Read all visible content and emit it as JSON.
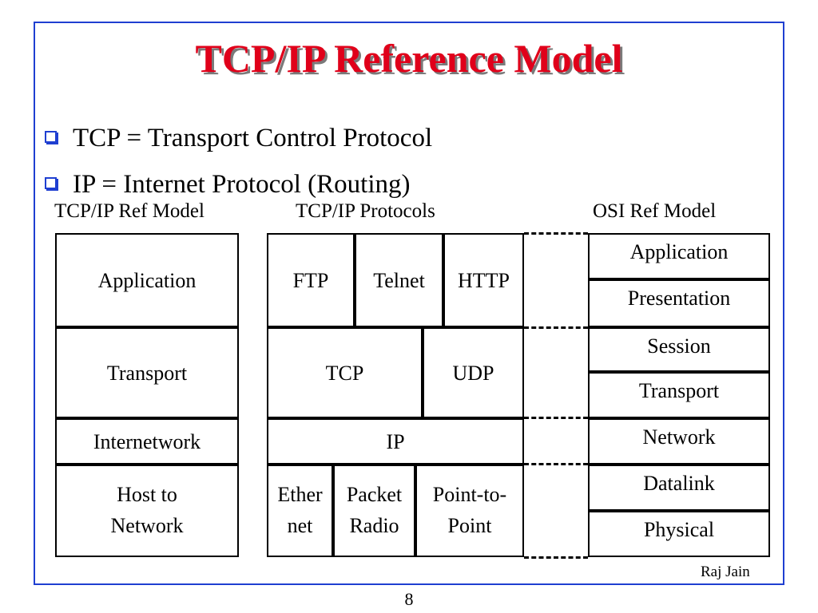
{
  "title": "TCP/IP Reference Model",
  "bullets": [
    "TCP = Transport Control Protocol",
    "IP = Internet Protocol (Routing)"
  ],
  "headers": {
    "tcpip_ref": "TCP/IP Ref Model",
    "tcpip_protocols": "TCP/IP Protocols",
    "osi_ref": "OSI Ref Model"
  },
  "tcpip_layers": [
    "Application",
    "Transport",
    "Internetwork",
    "Host to\nNetwork"
  ],
  "protocols": {
    "application": [
      "FTP",
      "Telnet",
      "HTTP"
    ],
    "transport": [
      "TCP",
      "UDP"
    ],
    "internet": "IP",
    "host": [
      "Ether\nnet",
      "Packet\nRadio",
      "Point-to-\nPoint"
    ]
  },
  "osi_layers": [
    "Application",
    "Presentation",
    "Session",
    "Transport",
    "Network",
    "Datalink",
    "Physical"
  ],
  "author": "Raj Jain",
  "page_number": "8"
}
